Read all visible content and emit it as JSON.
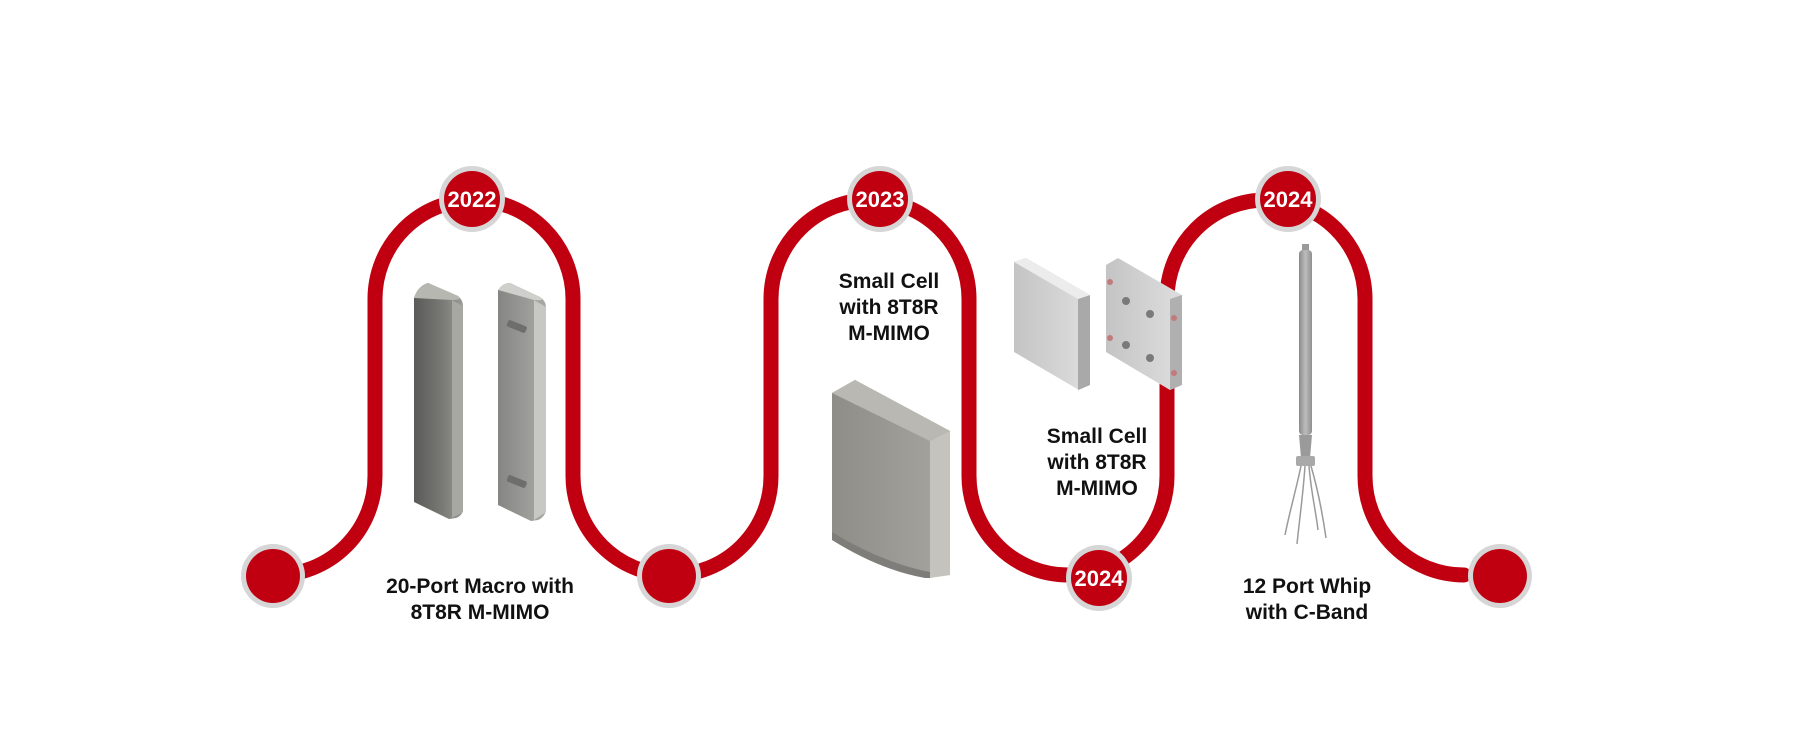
{
  "colors": {
    "accent": "#c00010",
    "ring": "#d6d6d6",
    "text": "#111111"
  },
  "milestones": [
    {
      "year": "2022"
    },
    {
      "year": "2023"
    },
    {
      "year": "2024"
    },
    {
      "year": "2024"
    }
  ],
  "products": [
    {
      "caption": [
        "20-Port Macro with",
        "8T8R M-MIMO"
      ]
    },
    {
      "caption": [
        "Small Cell",
        "with 8T8R",
        "M-MIMO"
      ]
    },
    {
      "caption": [
        "Small Cell",
        "with 8T8R",
        "M-MIMO"
      ]
    },
    {
      "caption": [
        "12 Port Whip",
        "with C-Band"
      ]
    }
  ]
}
